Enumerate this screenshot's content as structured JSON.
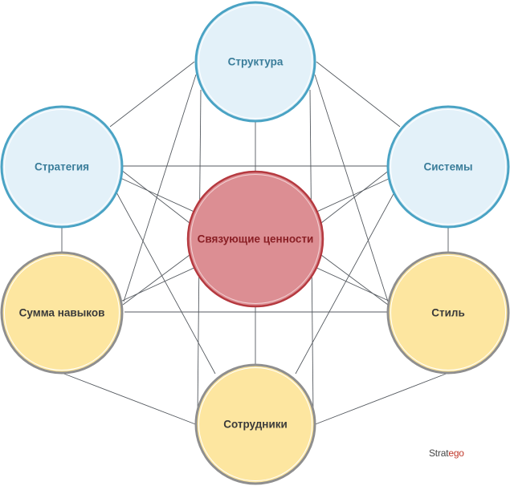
{
  "diagram": {
    "center": {
      "label": "Связующие ценности"
    },
    "nodes": {
      "structure": {
        "label": "Структура"
      },
      "strategy": {
        "label": "Стратегия"
      },
      "systems": {
        "label": "Системы"
      },
      "skills": {
        "label": "Сумма навыков"
      },
      "style": {
        "label": "Стиль"
      },
      "staff": {
        "label": "Сотрудники"
      }
    }
  },
  "brand": {
    "prefix": "Strat",
    "accent": "ego"
  },
  "colors": {
    "blue_fill": "#e3f1f9",
    "blue_stroke": "#4aa3c4",
    "blue_text": "#3a7d9a",
    "yellow_fill": "#fde6a0",
    "yellow_stroke": "#8f8f8f",
    "yellow_text": "#3a3a3a",
    "red_fill": "#dc8e93",
    "red_stroke": "#b5393f",
    "red_text": "#8a1f25"
  }
}
